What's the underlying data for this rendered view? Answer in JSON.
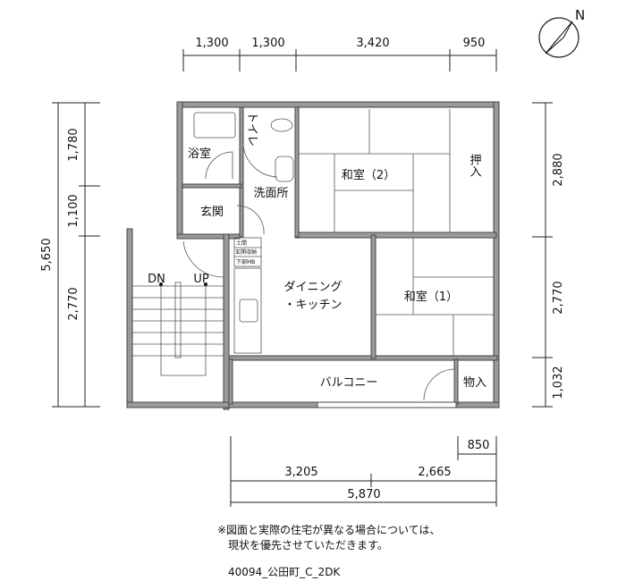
{
  "dimensions": {
    "top": [
      "1,300",
      "1,300",
      "3,420",
      "950"
    ],
    "left_total": "5,650",
    "left": [
      "1,780",
      "1,100",
      "2,770"
    ],
    "right": [
      "2,880",
      "2,770",
      "1,032"
    ],
    "bottom_small": "850",
    "bottom": [
      "3,205",
      "2,665"
    ],
    "bottom_total": "5,870"
  },
  "compass": "N",
  "rooms": {
    "bath": "浴室",
    "toilet": "トイレ",
    "washroom": "洗面所",
    "entrance": "玄関",
    "washitsu2": "和室（2）",
    "oshiire": "押入",
    "dk_line1": "ダイニング",
    "dk_line2": "・キッチン",
    "washitsu1": "和室（1）",
    "balcony": "バルコニー",
    "storage": "物入",
    "doma": "土間",
    "entrance_storage": "玄関収納",
    "mb": "下部MB"
  },
  "stairs": {
    "down": "DN",
    "up": "UP"
  },
  "note_line1": "※図面と実際の住宅が異なる場合については、",
  "note_line2": "現状を優先させていただきます。",
  "plan_id": "40094_公田町_C_2DK"
}
